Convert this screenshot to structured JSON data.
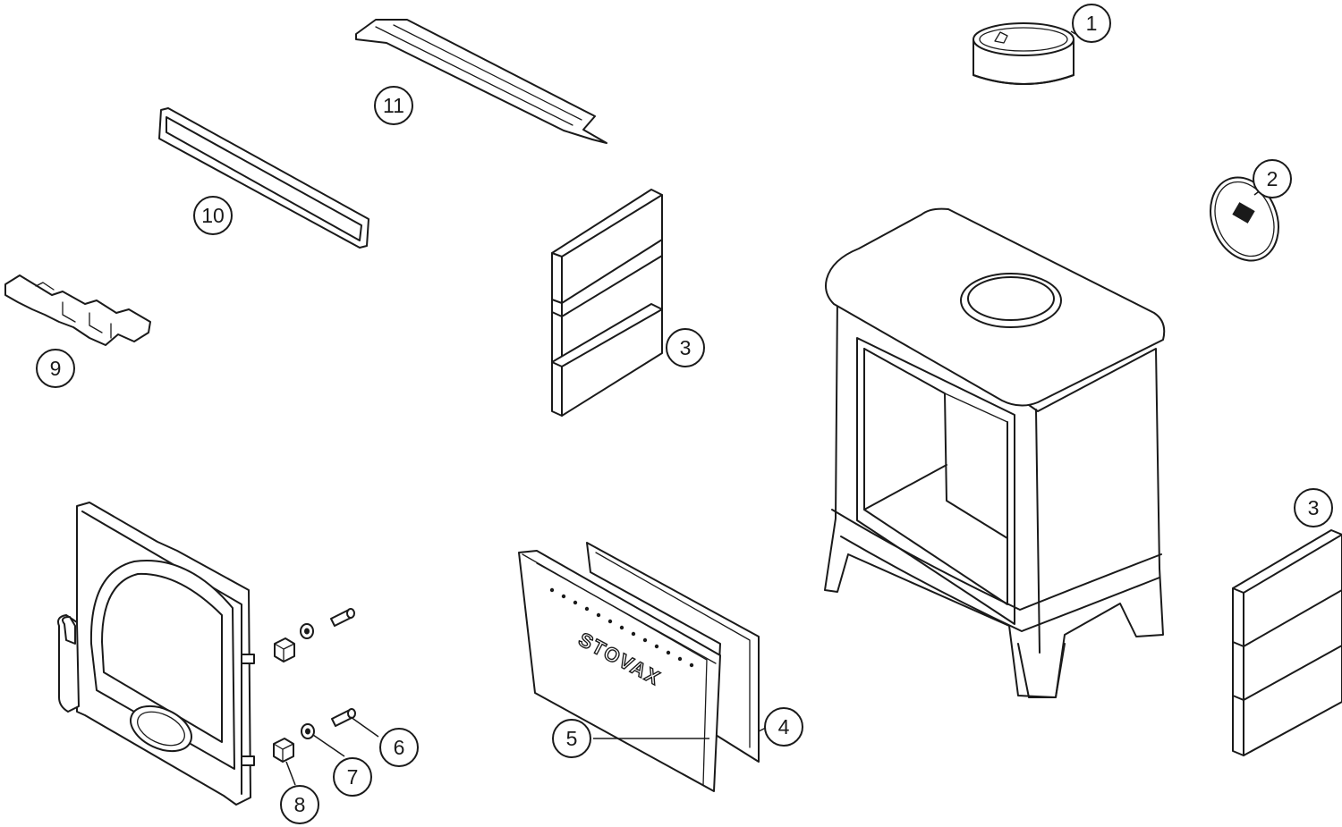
{
  "diagram": {
    "callouts": [
      {
        "id": "c1",
        "label": "1"
      },
      {
        "id": "c2",
        "label": "2"
      },
      {
        "id": "c3a",
        "label": "3"
      },
      {
        "id": "c3b",
        "label": "3"
      },
      {
        "id": "c4",
        "label": "4"
      },
      {
        "id": "c5",
        "label": "5"
      },
      {
        "id": "c6",
        "label": "6"
      },
      {
        "id": "c7",
        "label": "7"
      },
      {
        "id": "c8",
        "label": "8"
      },
      {
        "id": "c9",
        "label": "9"
      },
      {
        "id": "c10",
        "label": "10"
      },
      {
        "id": "c11",
        "label": "11"
      }
    ],
    "brand_text": "STOVAX"
  }
}
